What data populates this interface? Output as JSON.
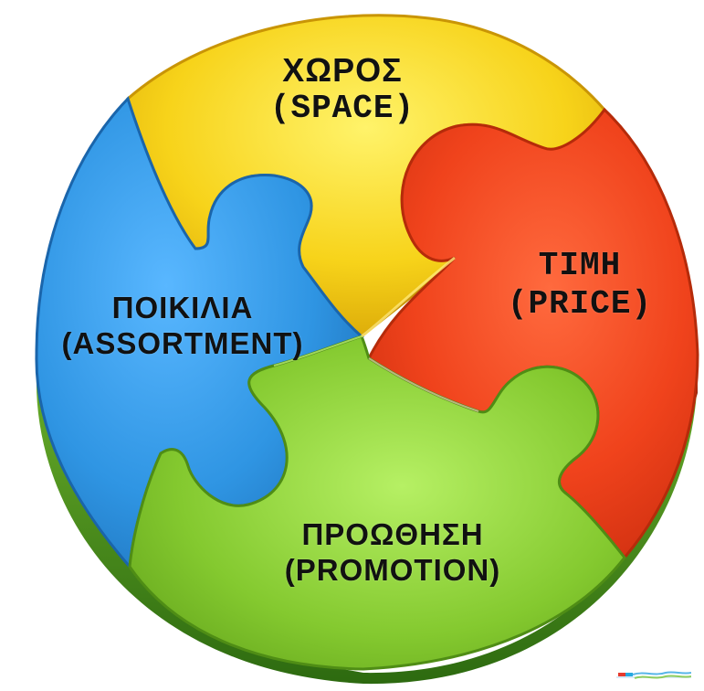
{
  "colors": {
    "yellow": "#f7d31a",
    "red": "#f0431c",
    "blue": "#2f95e3",
    "green": "#84c92f",
    "base_shadow": "#3e7f16"
  },
  "pieces": {
    "space": {
      "line1": "ΧΩΡΟΣ",
      "line2": "(SPACE)"
    },
    "price": {
      "line1": "ΤΙΜΗ",
      "line2": "(PRICE)"
    },
    "assortment": {
      "line1": "ΠΟΙΚΙΛΙΑ",
      "line2": "(ASSORTMENT)"
    },
    "promotion": {
      "line1": "ΠΡΟΩΘΗΣΗ",
      "line2": "(PROMOTION)"
    }
  }
}
